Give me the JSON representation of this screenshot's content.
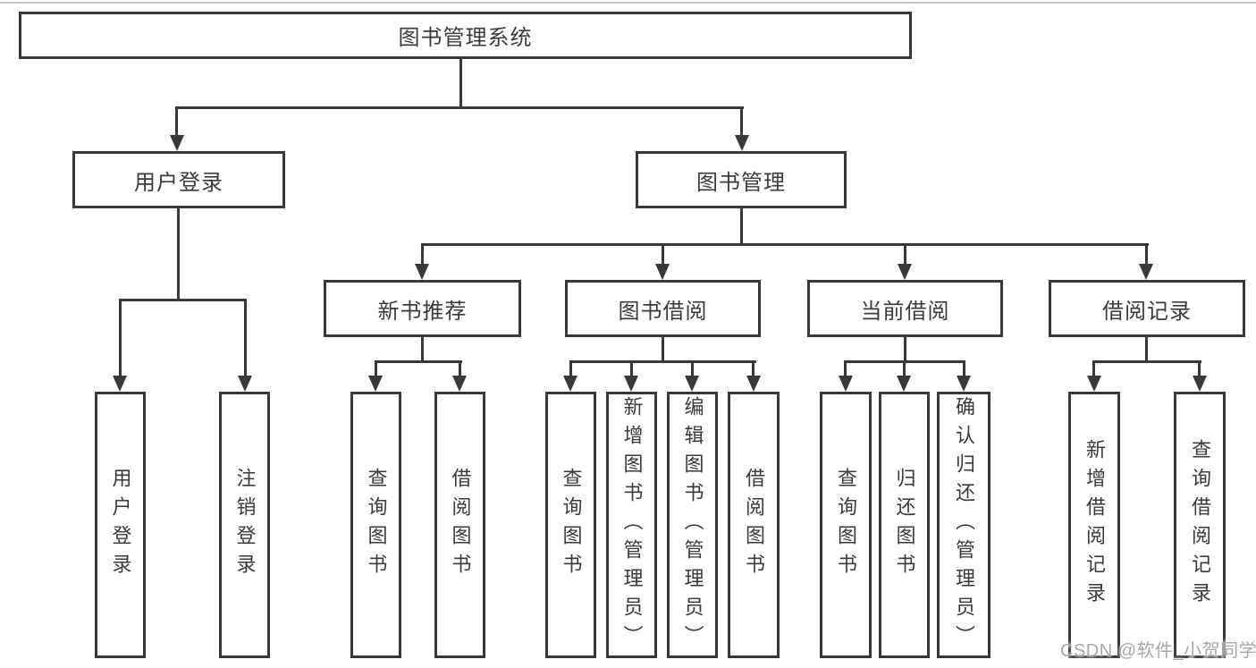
{
  "palette": {
    "line_color": "#383838",
    "box_border_color": "#383838",
    "text_color": "#3a3a3a",
    "background": "#ffffff",
    "top_rule_color": "#cccccc",
    "watermark_color": "#a8a8a8"
  },
  "diagram": {
    "type": "hierarchy-tree",
    "root": {
      "label": "图书管理系统"
    },
    "branches": [
      {
        "label": "用户登录",
        "children": [
          {
            "label": "用户登录"
          },
          {
            "label": "注销登录"
          }
        ]
      },
      {
        "label": "图书管理",
        "children": [
          {
            "label": "新书推荐",
            "children": [
              {
                "label": "查询图书"
              },
              {
                "label": "借阅图书"
              }
            ]
          },
          {
            "label": "图书借阅",
            "children": [
              {
                "label": "查询图书"
              },
              {
                "label": "新增图书（管理员）"
              },
              {
                "label": "编辑图书（管理员）"
              },
              {
                "label": "借阅图书"
              }
            ]
          },
          {
            "label": "当前借阅",
            "children": [
              {
                "label": "查询图书"
              },
              {
                "label": "归还图书"
              },
              {
                "label": "确认归还（管理员）"
              }
            ]
          },
          {
            "label": "借阅记录",
            "children": [
              {
                "label": "新增借阅记录"
              },
              {
                "label": "查询借阅记录"
              }
            ]
          }
        ]
      }
    ]
  },
  "watermark": {
    "text": "CSDN @软件_小贺同学"
  }
}
